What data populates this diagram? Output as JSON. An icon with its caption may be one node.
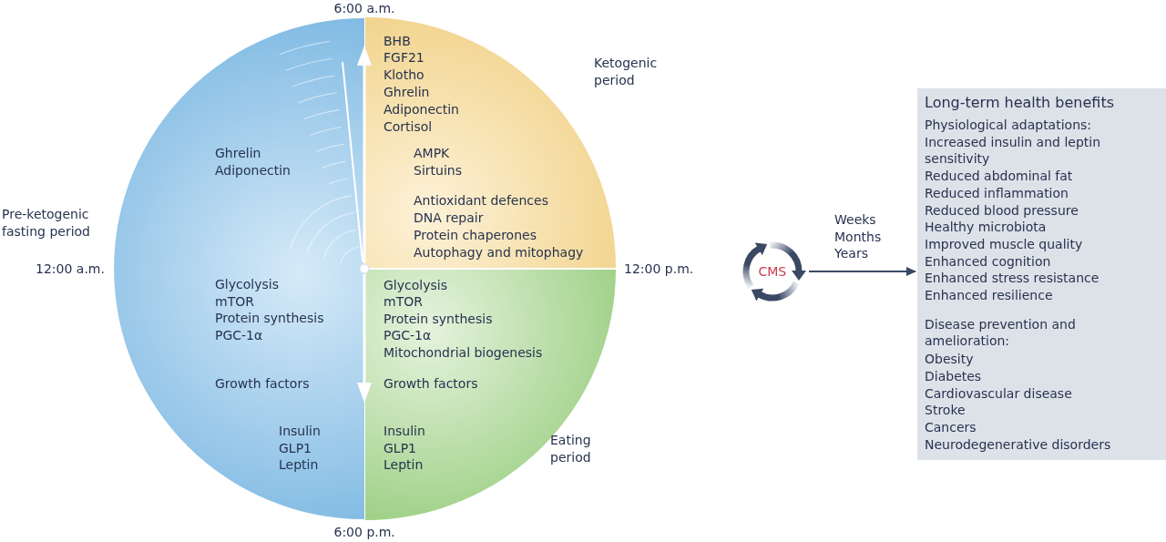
{
  "diagram": {
    "nodes": [
      {
        "text": [
          "Ghrelin",
          "Adiponectin",
          "Glycolysis",
          "mTOR",
          "Protein synthesis",
          "PGC-1α",
          "Growth factors",
          "Insulin",
          "GLP1",
          "Leptin"
        ],
        "beside": [
          "Pre-ketogenic fasting period"
        ]
      },
      {
        "text": [
          "BHB",
          "FGF21",
          "Klotho",
          "Ghrelin",
          "Adiponectin",
          "Cortisol",
          "AMPK",
          "Sirtuins",
          "Antioxidant defences",
          "DNA repair",
          "Protein chaperones",
          "Autophagy and mitophagy"
        ],
        "beside": [
          "Ketogenic period"
        ]
      },
      {
        "text": [
          "Glycolysis",
          "mTOR",
          "Protein synthesis",
          "PGC-1α",
          "Mitochondrial biogenesis",
          "Growth factors",
          "Insulin",
          "GLP1",
          "Leptin"
        ],
        "beside": [
          "Eating period"
        ]
      },
      {
        "text": [
          "CMS"
        ]
      },
      {
        "text": [
          "Long-term health benefits",
          "Physiological adaptations:",
          "Increased insulin and leptin sensitivity",
          "Reduced abdominal fat",
          "Reduced inflammation",
          "Reduced blood pressure",
          "Healthy microbiota",
          "Improved muscle quality",
          "Enhanced cognition",
          "Enhanced stress resistance",
          "Enhanced resilience",
          "Disease prevention and amelioration:",
          "Obesity",
          "Diabetes",
          "Cardiovascular disease",
          "Stroke",
          "Cancers",
          "Neurodegenerative disorders"
        ]
      }
    ],
    "edges": [
      {
        "from": 3,
        "to": 4,
        "arrow": "to",
        "label": "Weeks Months Years"
      }
    ],
    "labels": [
      "6:00 a.m.",
      "12:00 a.m.",
      "12:00 p.m.",
      "6:00 p.m."
    ]
  }
}
